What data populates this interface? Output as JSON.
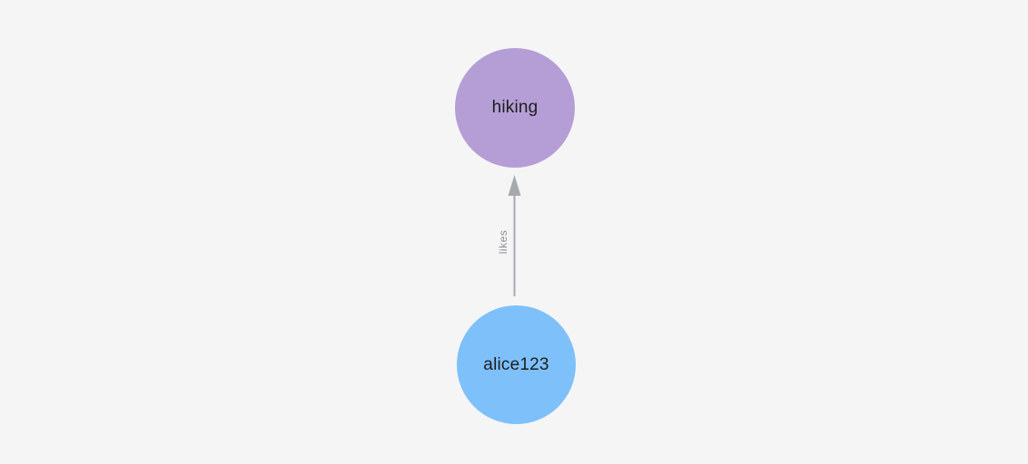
{
  "graph": {
    "background": "#f5f5f6",
    "nodes": [
      {
        "id": "hiking",
        "label": "hiking",
        "color": "#b59ed6",
        "text_color": "#1d1d1f",
        "shape": "circle"
      },
      {
        "id": "alice123",
        "label": "alice123",
        "color": "#7ec1fa",
        "text_color": "#1d1d1f",
        "shape": "circle"
      }
    ],
    "edges": [
      {
        "from": "alice123",
        "to": "hiking",
        "label": "likes",
        "direction": "up",
        "color": "#a6a9b0",
        "label_color": "#8d9096"
      }
    ]
  }
}
